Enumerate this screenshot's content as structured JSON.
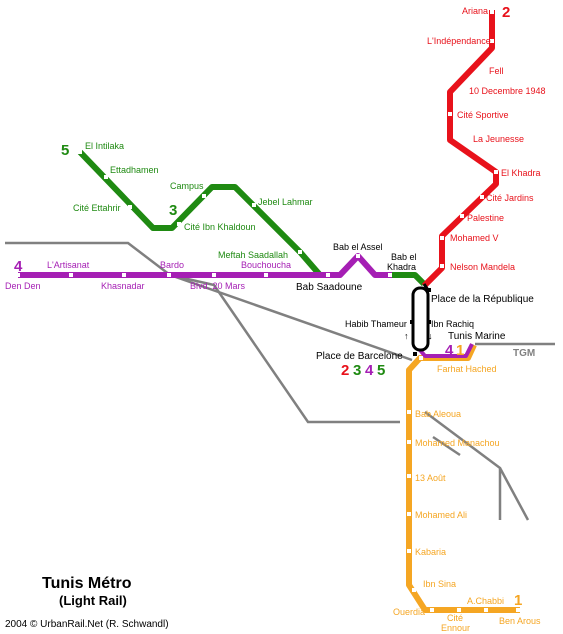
{
  "title": "Tunis Métro",
  "subtitle": "(Light Rail)",
  "credit": "2004 © UrbanRail.Net (R. Schwandl)",
  "colors": {
    "line1": "#f5a623",
    "line2": "#e8121b",
    "line3": "#1f8a12",
    "line4": "#a51fb4",
    "line5": "#1f8a12",
    "rail": "#808080",
    "trunk": "#000000"
  },
  "line_numbers": {
    "l1": "1",
    "l2": "2",
    "l3": "3",
    "l4": "4",
    "l5": "5",
    "center_2": "2",
    "center_3": "3",
    "center_4": "4",
    "center_5": "5",
    "tm_4": "4",
    "tm_1": "1"
  },
  "stations": {
    "ariana": "Ariana",
    "independance": "L'Indépendance",
    "fell": "Fell",
    "dec1948": "10 Decembre 1948",
    "cite_sportive": "Cité Sportive",
    "jeunesse": "La Jeunesse",
    "el_khadra": "El Khadra",
    "cite_jardins": "Cité Jardins",
    "palestine": "Palestine",
    "mohamed_v": "Mohamed V",
    "nelson_mandela": "Nelson Mandela",
    "el_intilaka": "El Intilaka",
    "ettadhamen": "Ettadhamen",
    "cite_ettahrir": "Cité Ettahrir",
    "campus": "Campus",
    "jebel_lahmar": "Jebel Lahmar",
    "cite_ibn_khaldoun": "Cité Ibn Khaldoun",
    "meftah_saadallah": "Meftah Saadallah",
    "bab_el_assel": "Bab el Assel",
    "bab_el": "Bab el",
    "khadra": "Khadra",
    "den_den": "Den Den",
    "lartisanat": "L'Artisanat",
    "khasnadar": "Khasnadar",
    "bardo": "Bardo",
    "blvd_20_mars": "Blvd. 20 Mars",
    "bouchoucha": "Bouchoucha",
    "bab_saadoune": "Bab Saadoune",
    "place_republique": "Place de la République",
    "habib_thameur": "Habib Thameur",
    "ibn_rachiq": "Ibn Rachiq",
    "tunis_marine": "Tunis Marine",
    "tgm": "TGM",
    "place_barcelone": "Place de Barcelone",
    "farhat_hached": "Farhat Hached",
    "bab_aleoua": "Bab Aleoua",
    "mohamed_manachou": "Mohamed Manachou",
    "aout13": "13 Août",
    "mohamed_ali": "Mohamed Ali",
    "kabaria": "Kabaria",
    "ibn_sina": "Ibn Sina",
    "ouerdia": "Ouerdia",
    "cite": "Cité",
    "ennour": "Ennour",
    "achabbi": "A.Chabbi",
    "ben_arous": "Ben Arous"
  },
  "arrows": {
    "up": "↑",
    "down": "↓"
  }
}
